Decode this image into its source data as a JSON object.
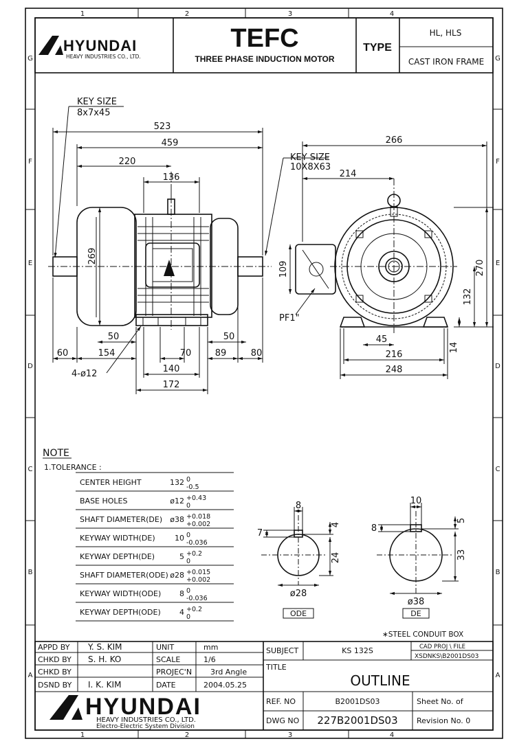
{
  "zone_columns": [
    "1",
    "2",
    "3",
    "4"
  ],
  "zone_rows": [
    "G",
    "F",
    "E",
    "D",
    "C",
    "B",
    "A"
  ],
  "header": {
    "logo_text": "HYUNDAI",
    "company": "HEAVY INDUSTRIES CO., LTD.",
    "product": "TEFC",
    "product_desc": "THREE PHASE INDUCTION MOTOR",
    "type_label": "TYPE",
    "type_value": "HL, HLS",
    "frame": "CAST IRON FRAME"
  },
  "drawing": {
    "key_size_label": "KEY SIZE",
    "key_size_value": "8x7x45",
    "key_size_label_de": "KEY SIZE",
    "key_size_value_de": "10X8X63",
    "pf_label": "PF1\"",
    "holes_label": "4-ø12",
    "dims": {
      "overall_length": "523",
      "body_length": "459",
      "to_center": "220",
      "box_width": "136",
      "height_left": "269",
      "foot_left": "50",
      "foot_right": "50",
      "shaft_ode": "60",
      "d154": "154",
      "d70": "70",
      "d89": "89",
      "shaft_de": "80",
      "d140": "140",
      "d172": "172",
      "front_width": "266",
      "d214": "214",
      "d109": "109",
      "d270": "270",
      "center_height": "132",
      "d45": "45",
      "d216": "216",
      "d248": "248",
      "d14": "14"
    }
  },
  "note": {
    "title": "NOTE",
    "tolerance_label": "1.TOLERANCE :",
    "rows": [
      {
        "label": "CENTER  HEIGHT",
        "nominal": "132",
        "upper": "0",
        "lower": "-0.5"
      },
      {
        "label": "BASE  HOLES",
        "nominal": "ø12",
        "upper": "+0.43",
        "lower": "0"
      },
      {
        "label": "SHAFT  DIAMETER(DE)",
        "nominal": "ø38",
        "upper": "+0.018",
        "lower": "+0.002"
      },
      {
        "label": "KEYWAY  WIDTH(DE)",
        "nominal": "10",
        "upper": "0",
        "lower": "-0.036"
      },
      {
        "label": "KEYWAY  DEPTH(DE)",
        "nominal": "5",
        "upper": "+0.2",
        "lower": "0"
      },
      {
        "label": "SHAFT  DIAMETER(ODE)",
        "nominal": "ø28",
        "upper": "+0.015",
        "lower": "+0.002"
      },
      {
        "label": "KEYWAY  WIDTH(ODE)",
        "nominal": "8",
        "upper": "0",
        "lower": "-0.036"
      },
      {
        "label": "KEYWAY  DEPTH(ODE)",
        "nominal": "4",
        "upper": "+0.2",
        "lower": "0"
      }
    ]
  },
  "sections": {
    "ode": {
      "label": "ODE",
      "width": "8",
      "left": "7",
      "right": "4",
      "height": "24",
      "dia": "ø28"
    },
    "de": {
      "label": "DE",
      "width": "10",
      "left": "8",
      "right": "5",
      "height": "33",
      "dia": "ø38"
    }
  },
  "conduit_note": "∗STEEL  CONDUIT  BOX",
  "title_block": {
    "appd_label": "APPD  BY",
    "appd_name": "Y. S. KIM",
    "chkd_label": "CHKD  BY",
    "chkd_name": "S. H. KO",
    "chkd2_label": "CHKD  BY",
    "chkd2_name": "",
    "dsnd_label": "DSND  BY",
    "dsnd_name": "I. K. KIM",
    "unit_label": "UNIT",
    "unit_value": "mm",
    "scale_label": "SCALE",
    "scale_value": "1/6",
    "proj_label": "PROJEC'N",
    "proj_value": "3rd  Angle",
    "date_label": "DATE",
    "date_value": "2004.05.25",
    "subject_label": "SUBJECT",
    "subject_value": "KS 132S",
    "cad_label": "CAD PROJ   \\ FILE",
    "cad_value": "XSDNKS\\B2001DS03",
    "title_label": "TITLE",
    "title_value": "OUTLINE",
    "ref_label": "REF. NO",
    "ref_value": "B2001DS03",
    "sheet_label": "Sheet No.     of",
    "dwg_label": "DWG  NO",
    "dwg_value": "227B2001DS03",
    "rev_label": "Revision No.   0",
    "logo_text": "HYUNDAI",
    "logo_sub1": "HEAVY  INDUSTRIES  CO.,  LTD.",
    "logo_sub2": "Electro-Electric System Division"
  }
}
